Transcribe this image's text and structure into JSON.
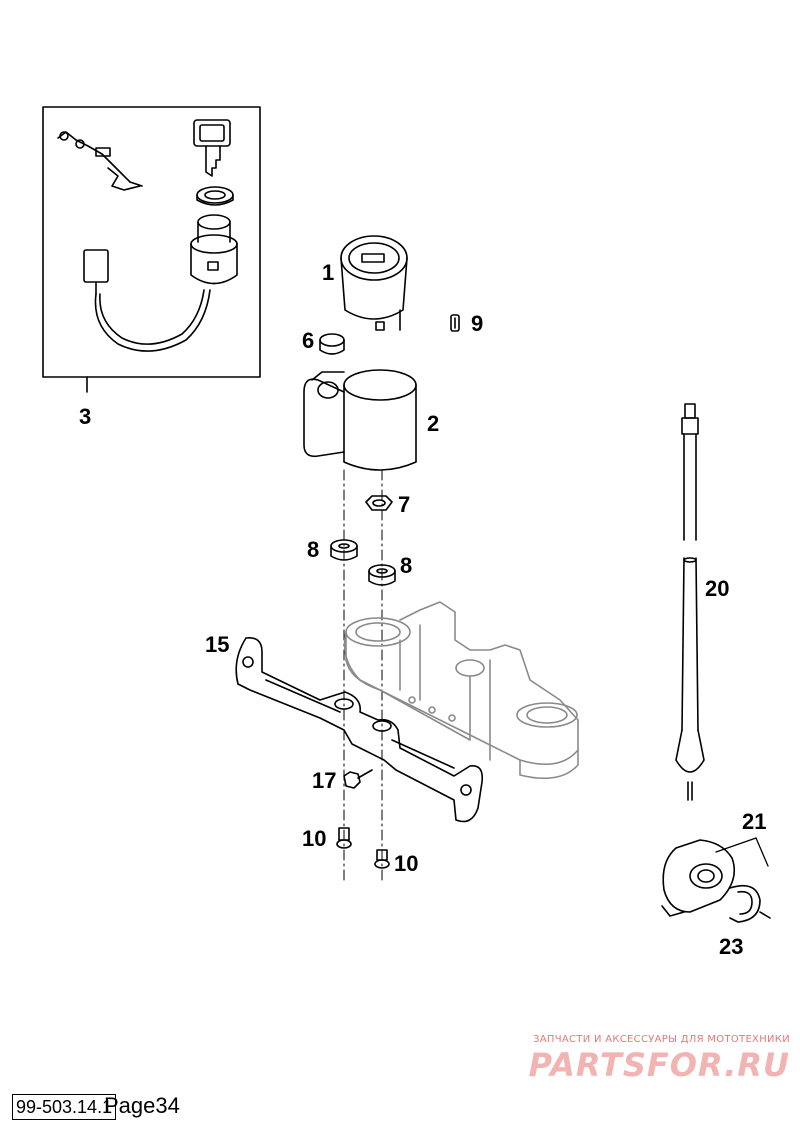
{
  "labels": {
    "p1": "1",
    "p2": "2",
    "p3": "3",
    "p6": "6",
    "p7": "7",
    "p8a": "8",
    "p8b": "8",
    "p9": "9",
    "p10a": "10",
    "p10b": "10",
    "p15": "15",
    "p17": "17",
    "p20": "20",
    "p21": "21",
    "p23": "23"
  },
  "watermark": {
    "tagline": "ЗАПЧАСТИ И АКСЕССУАРЫ ДЛЯ МОТОТЕХНИКИ",
    "logo": "PARTSFOR.RU"
  },
  "footer": {
    "doc_number": "99-503.14.1",
    "page": "Page34"
  },
  "colors": {
    "line": "#000000",
    "watermark": "#e07a7a",
    "watermark_logo": "#f2b3b3"
  }
}
